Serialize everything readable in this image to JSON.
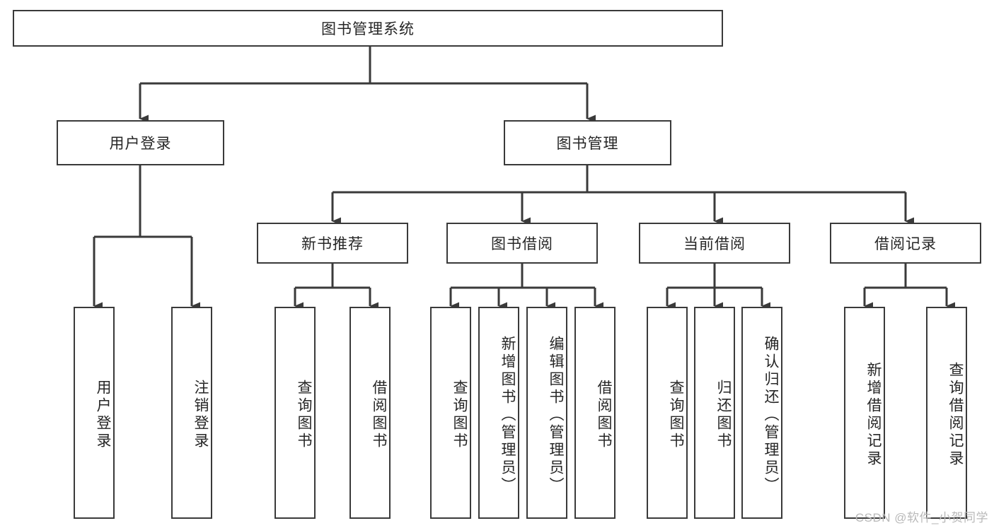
{
  "diagram": {
    "title": "图书管理系统",
    "type": "tree",
    "colors": {
      "stroke": "#3a3a3a",
      "text": "#262626",
      "background": "#ffffff",
      "watermark": "#b9b9b9"
    },
    "root": {
      "label": "图书管理系统"
    },
    "level2": [
      {
        "label": "用户登录"
      },
      {
        "label": "图书管理"
      }
    ],
    "level3": [
      {
        "label": "新书推荐"
      },
      {
        "label": "图书借阅"
      },
      {
        "label": "当前借阅"
      },
      {
        "label": "借阅记录"
      }
    ],
    "leaves": {
      "user_login": [
        {
          "label": "用户登录"
        },
        {
          "label": "注销登录"
        }
      ],
      "new_book": [
        {
          "label": "查询图书"
        },
        {
          "label": "借阅图书"
        }
      ],
      "book_borrow": [
        {
          "label": "查询图书"
        },
        {
          "label": "新增图书（管理员）"
        },
        {
          "label": "编辑图书（管理员）"
        },
        {
          "label": "借阅图书"
        }
      ],
      "current_borrow": [
        {
          "label": "查询图书"
        },
        {
          "label": "归还图书"
        },
        {
          "label": "确认归还（管理员）"
        }
      ],
      "borrow_record": [
        {
          "label": "新增借阅记录"
        },
        {
          "label": "查询借阅记录"
        }
      ]
    }
  },
  "watermark": {
    "text": "CSDN @软件_小贺同学"
  }
}
